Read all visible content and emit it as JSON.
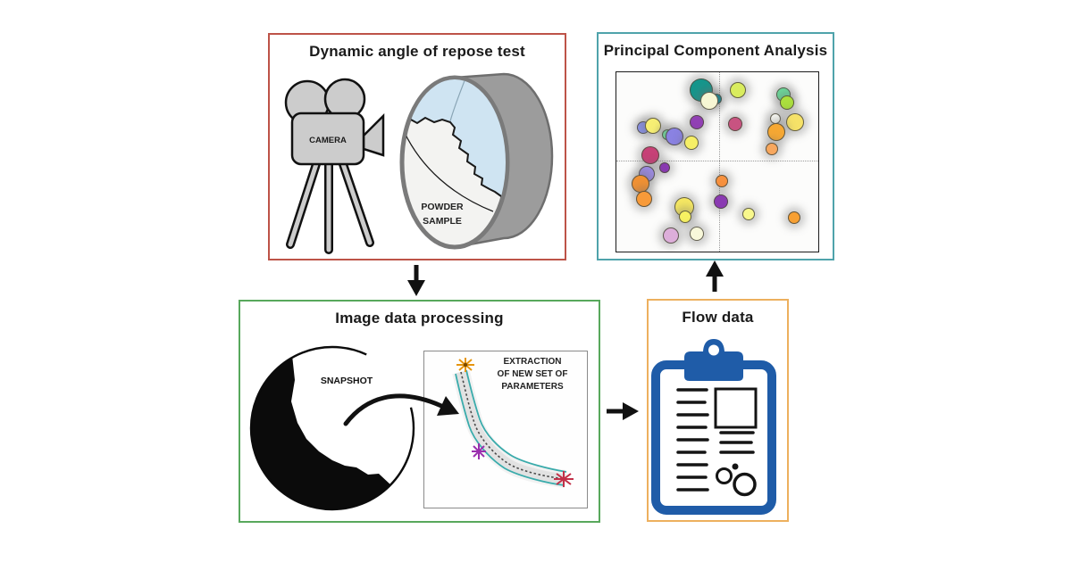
{
  "colors": {
    "repose_border": "#bd5348",
    "pca_border": "#4fa3ab",
    "imgproc_border": "#58a85c",
    "flow_border": "#edb05e",
    "clipboard_blue": "#1f5ca8",
    "curve_teal": "#3aabab",
    "star_orange": "#e6950e",
    "star_purple": "#9b2fae",
    "star_crimson": "#c23048",
    "drum_blue": "#cfe4f2",
    "drum_gray": "#9c9c9c",
    "drum_face": "#f3f3f1",
    "camera_gray": "#cccccc",
    "ink_black": "#141414",
    "arrow_black": "#111111"
  },
  "boxes": {
    "repose": {
      "title": "Dynamic angle of repose test",
      "camera_label": "CAMERA",
      "powder_label_line1": "POWDER",
      "powder_label_line2": "SAMPLE"
    },
    "pca": {
      "title": "Principal Component Analysis"
    },
    "imgproc": {
      "title": "Image data processing",
      "snapshot_label": "SNAPSHOT",
      "extraction_line1": "EXTRACTION",
      "extraction_line2": "OF NEW SET OF",
      "extraction_line3": "PARAMETERS"
    },
    "flow": {
      "title": "Flow data"
    }
  },
  "chart_data": {
    "type": "scatter",
    "title": "Principal Component Analysis",
    "xlabel": "",
    "ylabel": "",
    "axes_labeled": false,
    "grid": "dotted quadrant crosshair at plot center",
    "note": "Bubble positions given as percent of plot area from top-left; r in px; colors sampled from figure",
    "points": [
      {
        "x": 42.1,
        "y": 9.9,
        "r": 12,
        "color": "#15968c"
      },
      {
        "x": 49.6,
        "y": 14.8,
        "r": 5,
        "color": "#0e8a96"
      },
      {
        "x": 46.1,
        "y": 15.8,
        "r": 9,
        "color": "#f7f7d4"
      },
      {
        "x": 60.1,
        "y": 9.9,
        "r": 8,
        "color": "#d9ec5e"
      },
      {
        "x": 82.9,
        "y": 12.3,
        "r": 7,
        "color": "#6cdc9c"
      },
      {
        "x": 84.6,
        "y": 16.7,
        "r": 7,
        "color": "#abdf3e"
      },
      {
        "x": 39.9,
        "y": 28.1,
        "r": 7,
        "color": "#9140b4"
      },
      {
        "x": 58.8,
        "y": 29.1,
        "r": 7,
        "color": "#c85381"
      },
      {
        "x": 78.9,
        "y": 26.1,
        "r": 5,
        "color": "#fbfbf5"
      },
      {
        "x": 88.6,
        "y": 28.1,
        "r": 9,
        "color": "#f6e268"
      },
      {
        "x": 79.4,
        "y": 33.5,
        "r": 9,
        "color": "#f6a833"
      },
      {
        "x": 77.2,
        "y": 42.9,
        "r": 6,
        "color": "#f7a75e"
      },
      {
        "x": 13.2,
        "y": 31.0,
        "r": 6,
        "color": "#8a92e8"
      },
      {
        "x": 18.0,
        "y": 30.0,
        "r": 8,
        "color": "#f7ef74"
      },
      {
        "x": 25.4,
        "y": 35.0,
        "r": 5,
        "color": "#73e2a2"
      },
      {
        "x": 28.9,
        "y": 36.0,
        "r": 9,
        "color": "#8a82e2"
      },
      {
        "x": 37.3,
        "y": 39.4,
        "r": 7,
        "color": "#f6ef66"
      },
      {
        "x": 16.7,
        "y": 46.3,
        "r": 9,
        "color": "#c74177"
      },
      {
        "x": 24.1,
        "y": 53.2,
        "r": 5,
        "color": "#8a3ab2"
      },
      {
        "x": 14.9,
        "y": 56.7,
        "r": 8,
        "color": "#9c8ae2"
      },
      {
        "x": 11.8,
        "y": 62.1,
        "r": 9,
        "color": "#f19133"
      },
      {
        "x": 13.6,
        "y": 70.4,
        "r": 8,
        "color": "#f79a39"
      },
      {
        "x": 33.8,
        "y": 74.9,
        "r": 10,
        "color": "#f7e962"
      },
      {
        "x": 34.2,
        "y": 80.8,
        "r": 6,
        "color": "#f7f162"
      },
      {
        "x": 27.2,
        "y": 91.1,
        "r": 8,
        "color": "#ddaeda"
      },
      {
        "x": 39.9,
        "y": 90.1,
        "r": 7,
        "color": "#f8f8da"
      },
      {
        "x": 52.2,
        "y": 60.6,
        "r": 6,
        "color": "#f7913f"
      },
      {
        "x": 51.8,
        "y": 71.9,
        "r": 7,
        "color": "#8a3ab2"
      },
      {
        "x": 65.4,
        "y": 79.3,
        "r": 6,
        "color": "#f8f88c"
      },
      {
        "x": 88.2,
        "y": 81.3,
        "r": 6,
        "color": "#f7a033"
      }
    ]
  }
}
